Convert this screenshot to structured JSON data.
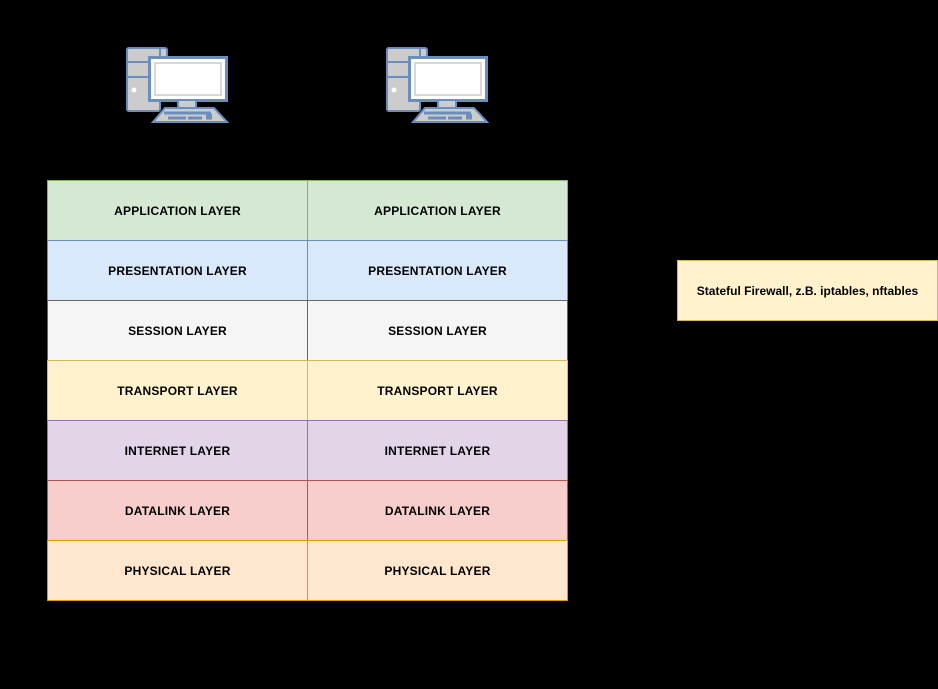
{
  "canvas": {
    "background": "#000000"
  },
  "computers": {
    "left_icon": "desktop-computer-icon",
    "right_icon": "desktop-computer-icon",
    "stroke_color": "#6c8ebf",
    "body_fill": "#cccccc",
    "screen_fill": "#ffffff",
    "screen_inner_border": "#cccccc"
  },
  "layers": {
    "rows": [
      {
        "label": "APPLICATION LAYER",
        "fill": "#d5e8d4",
        "border": "#82b366"
      },
      {
        "label": "PRESENTATION LAYER",
        "fill": "#dae8fc",
        "border": "#6c8ebf"
      },
      {
        "label": "SESSION LAYER",
        "fill": "#f5f5f5",
        "border": "#666666"
      },
      {
        "label": "TRANSPORT LAYER",
        "fill": "#fff2cc",
        "border": "#d6b656"
      },
      {
        "label": "INTERNET LAYER",
        "fill": "#e1d5e7",
        "border": "#9673a6"
      },
      {
        "label": "DATALINK LAYER",
        "fill": "#f8cecc",
        "border": "#b85450"
      },
      {
        "label": "PHYSICAL LAYER",
        "fill": "#ffe6cc",
        "border": "#d79b00"
      }
    ]
  },
  "firewall": {
    "label": "Stateful Firewall, z.B. iptables, nftables",
    "fill": "#fff2cc",
    "border": "#d6b656",
    "text_color": "#000000"
  }
}
